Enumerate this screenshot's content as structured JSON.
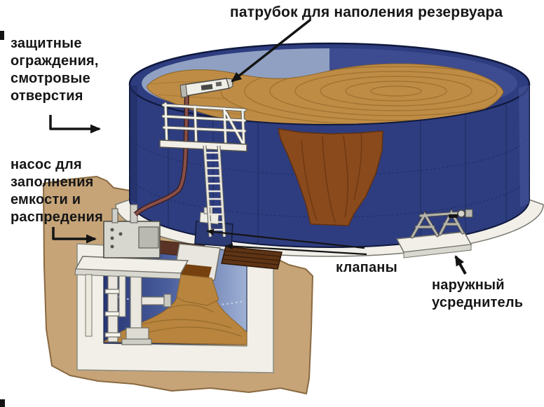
{
  "labels": {
    "fill_pipe": "патрубок для наполения резервуара",
    "guard": "защитные\nограждения,\nсмотровые\nотверстия",
    "pump": "насос для\nзаполнения\nемкости и\nраспредения",
    "valves": "клапаны",
    "mixer": "наружный\nусреднитель"
  },
  "colors": {
    "tank_blue": "#2e3d80",
    "tank_seam": "#1e2c5e",
    "rim_inner_light": "#8fa0c2",
    "rim_inner_dark": "#3d4c90",
    "slurry_surface": "#bf8c45",
    "slurry_swirl": "#9c7030",
    "slurry_section": "#8a4a1c",
    "earth": "#c6a478",
    "earth_edge": "#8a6a42",
    "pit_liquid_dark": "#273573",
    "pit_liquid_mid": "#4a5e9e",
    "pit_liquid_light": "#9fb1d4",
    "pit_slurry": "#b8843e",
    "structure_white": "#f1efe8",
    "structure_edge": "#6f6f66",
    "hose": "#8a4f4a",
    "grate_brown": "#5e3415",
    "shadow_brown": "#5a3326",
    "arrow": "#141414"
  }
}
